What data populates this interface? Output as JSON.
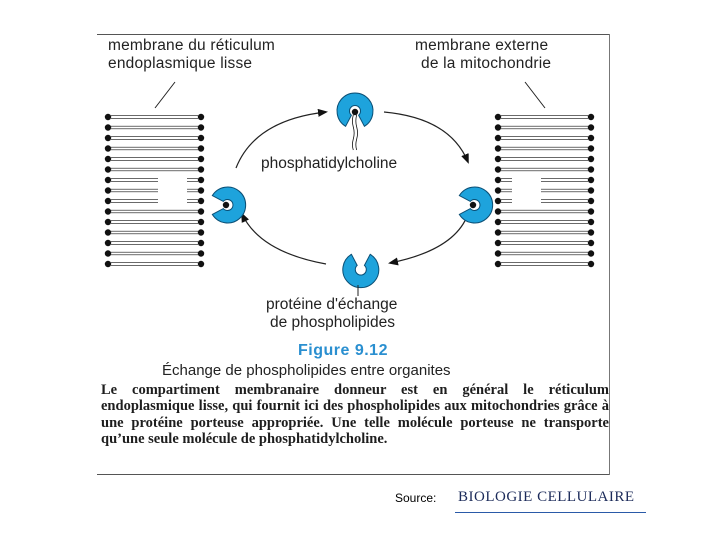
{
  "labels": {
    "er_membrane": [
      "membrane du réticulum",
      "endoplasmique lisse"
    ],
    "mito_membrane": [
      "membrane externe",
      "de la mitochondrie"
    ],
    "phospholipid": "phosphatidylcholine",
    "protein": [
      "protéine d'échange",
      "de phospholipides"
    ]
  },
  "figure": {
    "number": "Figure 9.12",
    "title": "Échange de phospholipides entre organites",
    "caption": "Le compartiment membranaire donneur est en général le réticulum endoplasmique lisse, qui fournit ici des phospholipides aux mitochondries grâce à une protéine porteuse appropriée. Une telle molécule porteuse ne transporte qu’une seule molécule de phosphatidylcholine."
  },
  "source": {
    "label": "Source:",
    "book": "BIOLOGIE CELLULAIRE"
  },
  "colors": {
    "protein": "#1ea3dc",
    "lipid_head": "#111111",
    "figure_number": "#2a8fd0"
  }
}
